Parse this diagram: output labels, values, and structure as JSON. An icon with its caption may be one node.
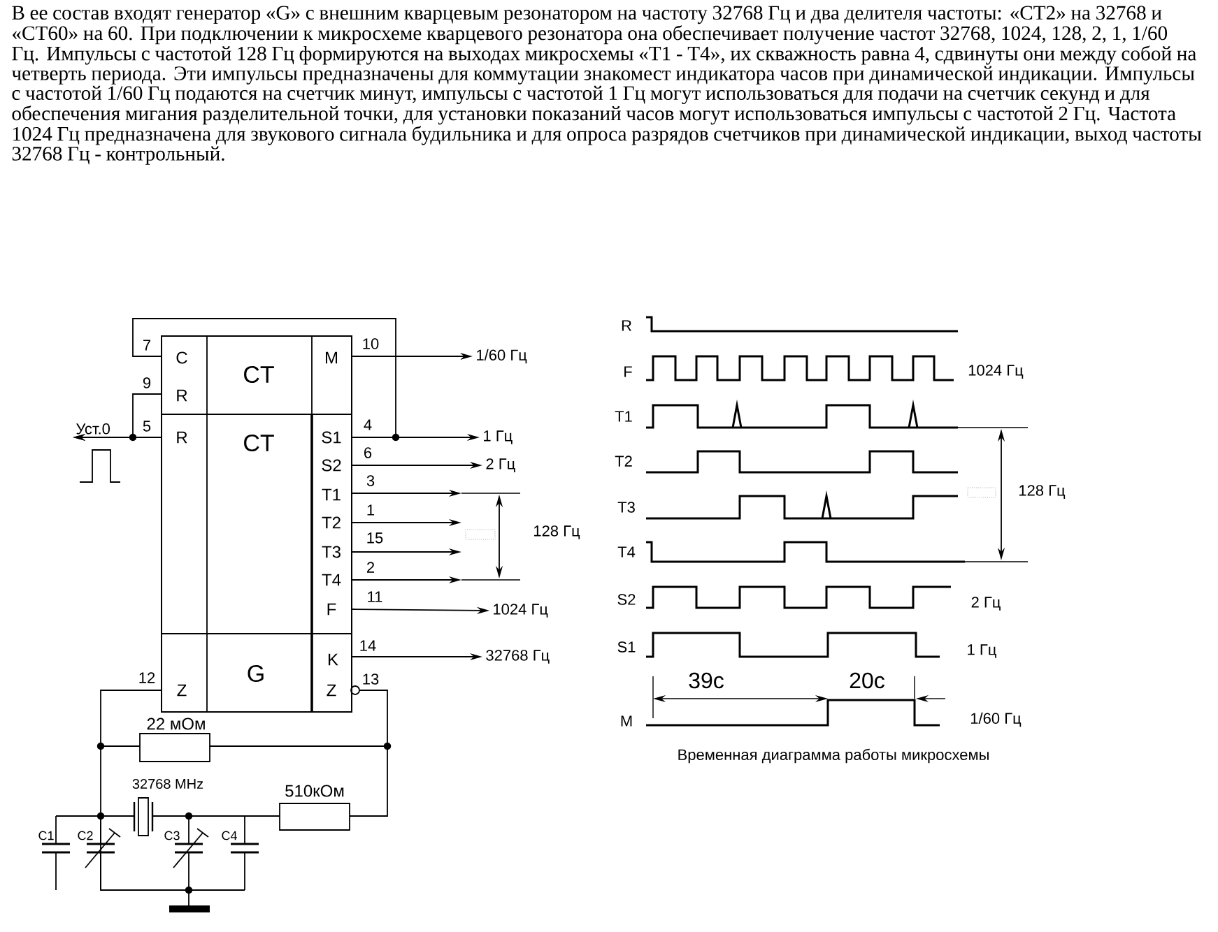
{
  "diagram": {
    "nodes": [
      {
        "text": [
          "C",
          "R",
          "CT",
          "M"
        ]
      },
      {
        "text": [
          "R",
          "CT",
          "S1",
          "S2",
          "T1",
          "T2",
          "T3",
          "T4",
          "F"
        ]
      },
      {
        "text": [
          "Z",
          "G",
          "K",
          "Z"
        ]
      },
      {
        "text": [
          "1/60 Гц"
        ]
      },
      {
        "text": [
          "1 Гц"
        ]
      },
      {
        "text": [
          "2 Гц"
        ]
      },
      {
        "text": [
          "1024 Гц"
        ]
      },
      {
        "text": [
          "32768 Гц"
        ]
      },
      {
        "text": [
          "Уст.0"
        ]
      }
    ],
    "edges": [
      {
        "from": 0,
        "to": 3,
        "arrow": "to",
        "label": "10"
      },
      {
        "from": 1,
        "to": 4,
        "arrow": "to",
        "label": "4"
      },
      {
        "from": 1,
        "to": 5,
        "arrow": "to",
        "label": "6"
      },
      {
        "from": 1,
        "to": null,
        "arrow": "to",
        "label": "3"
      },
      {
        "from": 1,
        "to": null,
        "arrow": "to",
        "label": "1"
      },
      {
        "from": 1,
        "to": null,
        "arrow": "to",
        "label": "15"
      },
      {
        "from": 1,
        "to": null,
        "arrow": "to",
        "label": "2"
      },
      {
        "from": 1,
        "to": 6,
        "arrow": "to",
        "label": "11"
      },
      {
        "from": 2,
        "to": 7,
        "arrow": "to",
        "label": "14"
      },
      {
        "from": 1,
        "to": 0,
        "arrow": "none",
        "label": "7"
      },
      {
        "from": 0,
        "to": 8,
        "arrow": "to",
        "label": "9"
      },
      {
        "from": 1,
        "to": 8,
        "arrow": "to",
        "label": "5"
      }
    ],
    "labels": [
      "В ее состав входят генератор «G» с внешним кварцевым резонатором на частоту 32768 Гц и два делителя частоты: «СТ2» на 32768 и «СТ60» на 60. При подключении к микросхеме кварцевого резонатора она обеспечивает получение частот 32768, 1024, 128, 2, 1, 1/60 Гц. Импульсы с частотой 128 Гц формируются на выходах микросхемы «Т1 - Т4», их скважность равна 4, сдвинуты они между собой на четверть периода. Эти импульсы предназначены для коммутации знакомест индикатора часов при динамической индикации. Импульсы с частотой 1/60 Гц подаются на счетчик минут, импульсы с частотой 1 Гц могут использоваться для подачи на счетчик секунд и для обеспечения мигания разделительной точки, для установки показаний часов могут использоваться импульсы с частотой 2 Гц. Частота 1024 Гц предназначена для звукового сигнала будильника и для опроса разрядов счетчиков при динамической индикации, выход частоты 32768 Гц - контрольный.",
      "128 Гц",
      "12",
      "13",
      "22 мОм",
      "32768 MHz",
      "510кОм",
      "C1",
      "C2",
      "C3",
      "C4",
      "R",
      "F",
      "1024 Гц",
      "T1",
      "T2",
      "T3",
      "128 Гц",
      "T4",
      "S2",
      "2 Гц",
      "S1",
      "1 Гц",
      "39с",
      "20с",
      "M",
      "1/60 Гц",
      "Временная диаграмма работы микросхемы"
    ]
  }
}
